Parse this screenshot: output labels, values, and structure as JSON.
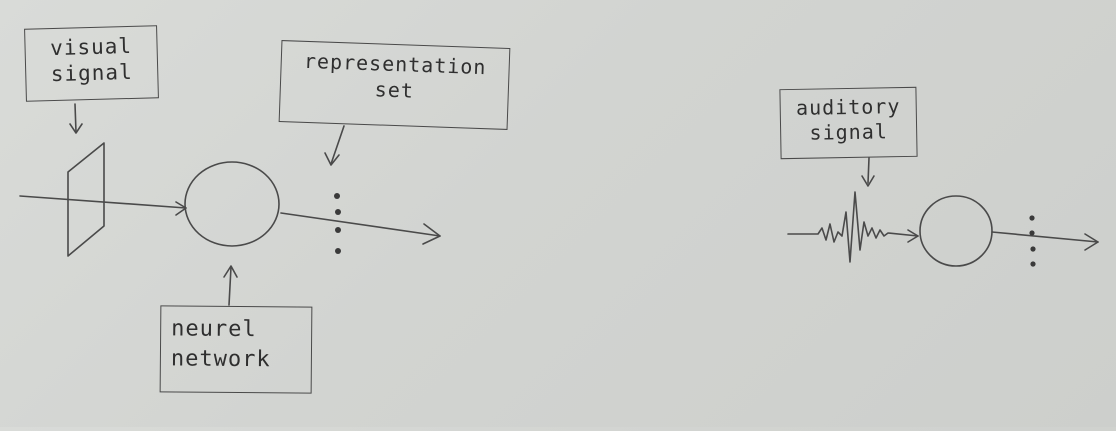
{
  "labels": {
    "visual_signal": [
      "visual",
      "signal"
    ],
    "representation_set": [
      "representation",
      "set"
    ],
    "neural_network": [
      "neurel",
      "network"
    ],
    "auditory_signal": [
      "auditory",
      "signal"
    ]
  },
  "icons": [
    "projection-plane-icon",
    "network-circle-icon",
    "waveform-icon",
    "arrow-icon"
  ],
  "colors": {
    "ink": "#4a4a4a",
    "paper": "#d4d6d3"
  }
}
